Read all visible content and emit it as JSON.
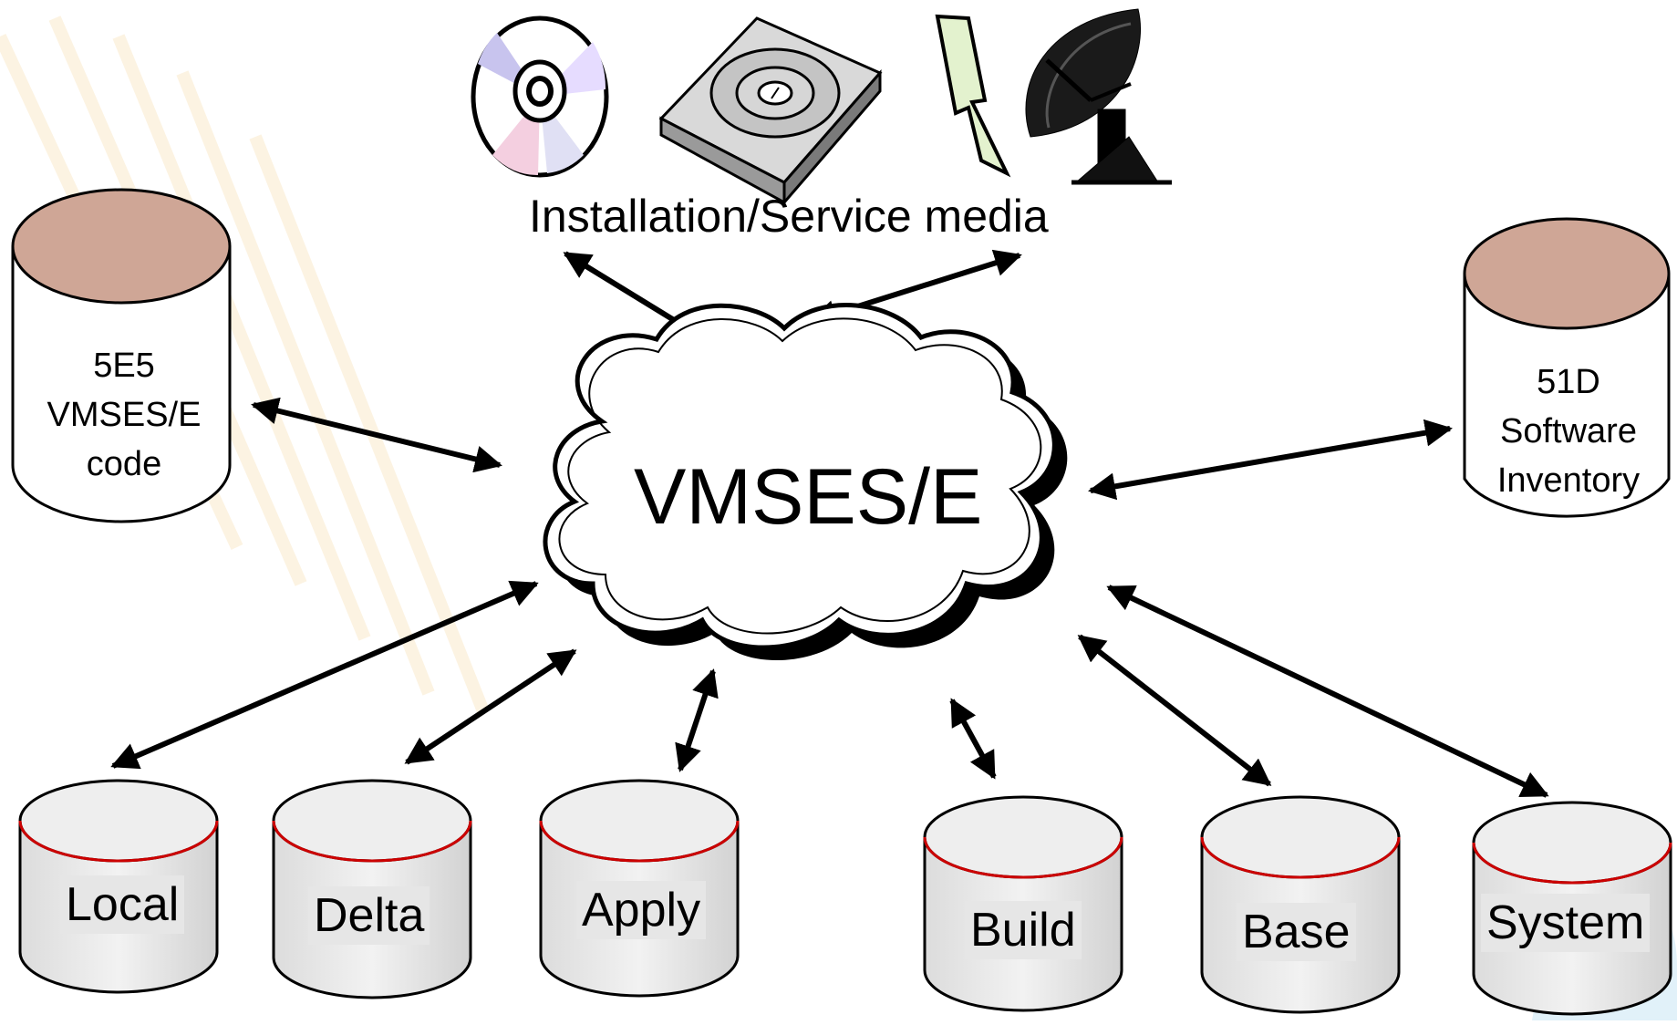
{
  "center": {
    "label": "VMSES/E"
  },
  "media": {
    "label": "Installation/Service media",
    "icons": [
      "cd-disc-icon",
      "tape-cartridge-icon",
      "lightning-bolt-icon",
      "satellite-dish-icon"
    ]
  },
  "side_disks": {
    "left": {
      "lines": [
        "5E5",
        "VMSES/E",
        "code"
      ]
    },
    "right": {
      "lines": [
        "51D",
        "Software",
        "Inventory"
      ]
    }
  },
  "bottom_disks": [
    "Local",
    "Delta",
    "Apply",
    "Build",
    "Base",
    "System"
  ],
  "colors": {
    "cylinder_top": "#cfa696",
    "disk_body": "#e6e6e6",
    "disk_rim": "#cc0000",
    "cloud_fill": "#ffffff",
    "cloud_shadow": "#000000",
    "arrow": "#000000"
  }
}
